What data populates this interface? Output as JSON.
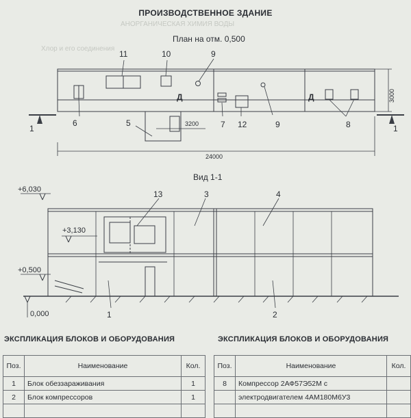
{
  "doc": {
    "title": "ПРОИЗВОДСТВЕННОЕ ЗДАНИЕ",
    "plan_title": "План на отм. 0,500",
    "section_title": "Вид 1-1"
  },
  "plan": {
    "labels": [
      "11",
      "10",
      "9",
      "6",
      "5",
      "7",
      "12",
      "9",
      "8"
    ],
    "room_mark": "Д",
    "dim_total": "24000",
    "dim_sub": "3200",
    "dim_height": "3000",
    "cut_mark": "1"
  },
  "section": {
    "levels": [
      "+6,030",
      "+3,130",
      "+0,500",
      "0,000"
    ],
    "labels": [
      "13",
      "3",
      "4",
      "1",
      "2"
    ]
  },
  "tables": {
    "heading": "ЭКСПЛИКАЦИЯ  БЛОКОВ И ОБОРУДОВАНИЯ",
    "columns": [
      "Поз.",
      "Наименование",
      "Кол."
    ],
    "left_rows": [
      {
        "pos": "1",
        "name": "Блок обеззараживания",
        "qty": "1"
      },
      {
        "pos": "2",
        "name": "Блок компрессоров",
        "qty": "1"
      }
    ],
    "right_rows": [
      {
        "pos": "8",
        "name": "Компрессор 2АФ57Э52М с",
        "qty": ""
      },
      {
        "pos": "",
        "name": "электродвигателем 4АМ180М6У3",
        "qty": ""
      }
    ]
  }
}
